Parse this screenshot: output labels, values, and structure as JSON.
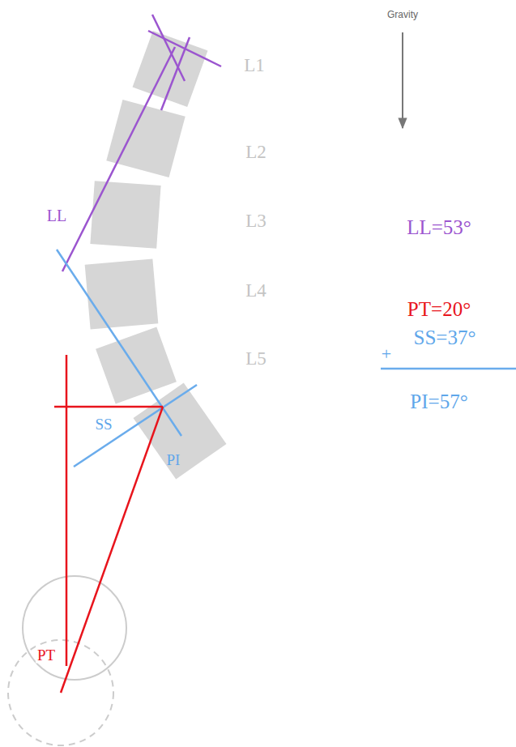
{
  "diagram": {
    "labels": [
      "Gravity",
      "L1",
      "L2",
      "LL",
      "L3",
      "LL=53°",
      "L4",
      "PT=20°",
      "L5",
      "+",
      "SS=37°",
      "SS",
      "PI=57°",
      "PI",
      "PT"
    ]
  }
}
